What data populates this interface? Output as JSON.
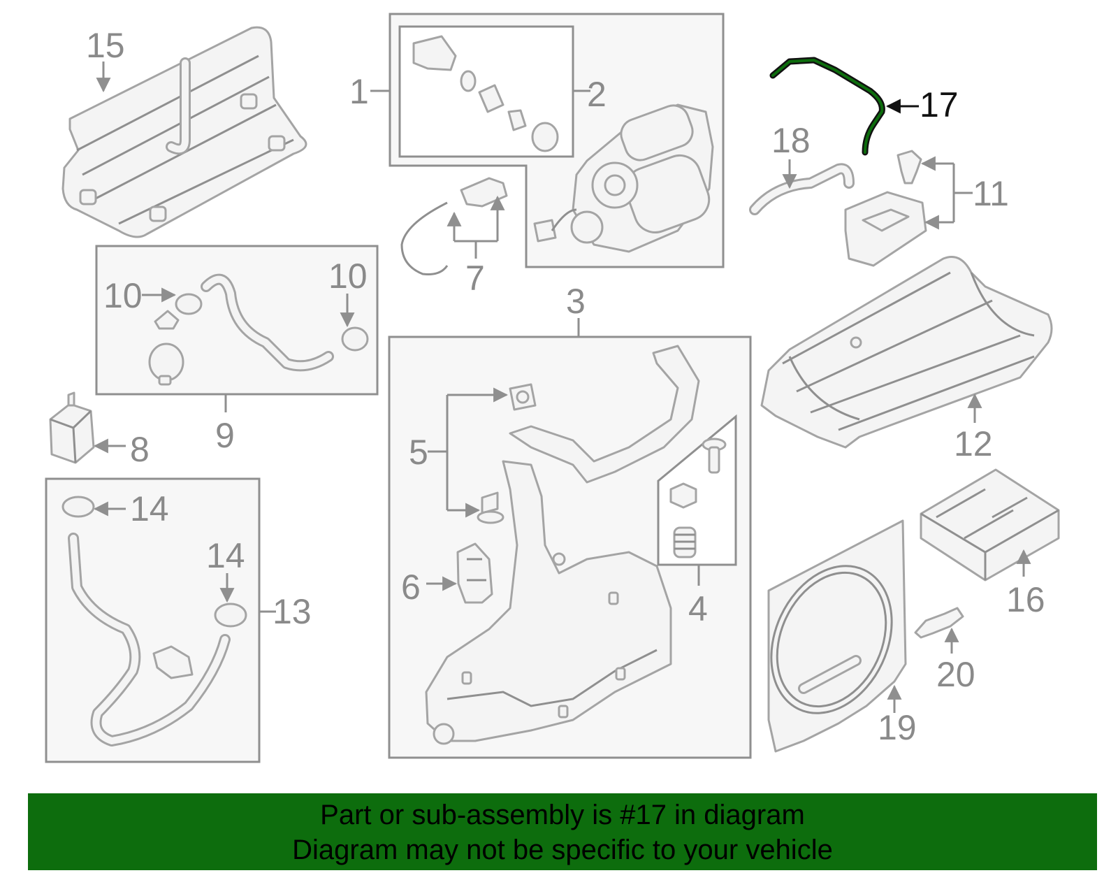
{
  "labels": {
    "p1": "1",
    "p2": "2",
    "p3": "3",
    "p4": "4",
    "p5": "5",
    "p6": "6",
    "p7": "7",
    "p8": "8",
    "p9": "9",
    "p10a": "10",
    "p10b": "10",
    "p11": "11",
    "p12": "12",
    "p13": "13",
    "p14a": "14",
    "p14b": "14",
    "p15": "15",
    "p16": "16",
    "p17": "17",
    "p18": "18",
    "p19": "19",
    "p20": "20"
  },
  "highlight": {
    "part": "17",
    "color": "#0d6d0d"
  },
  "banner": {
    "line1": "Part or sub-assembly is #17 in diagram",
    "line2": "Diagram may not be specific to your vehicle",
    "background": "#0d6d0d"
  }
}
